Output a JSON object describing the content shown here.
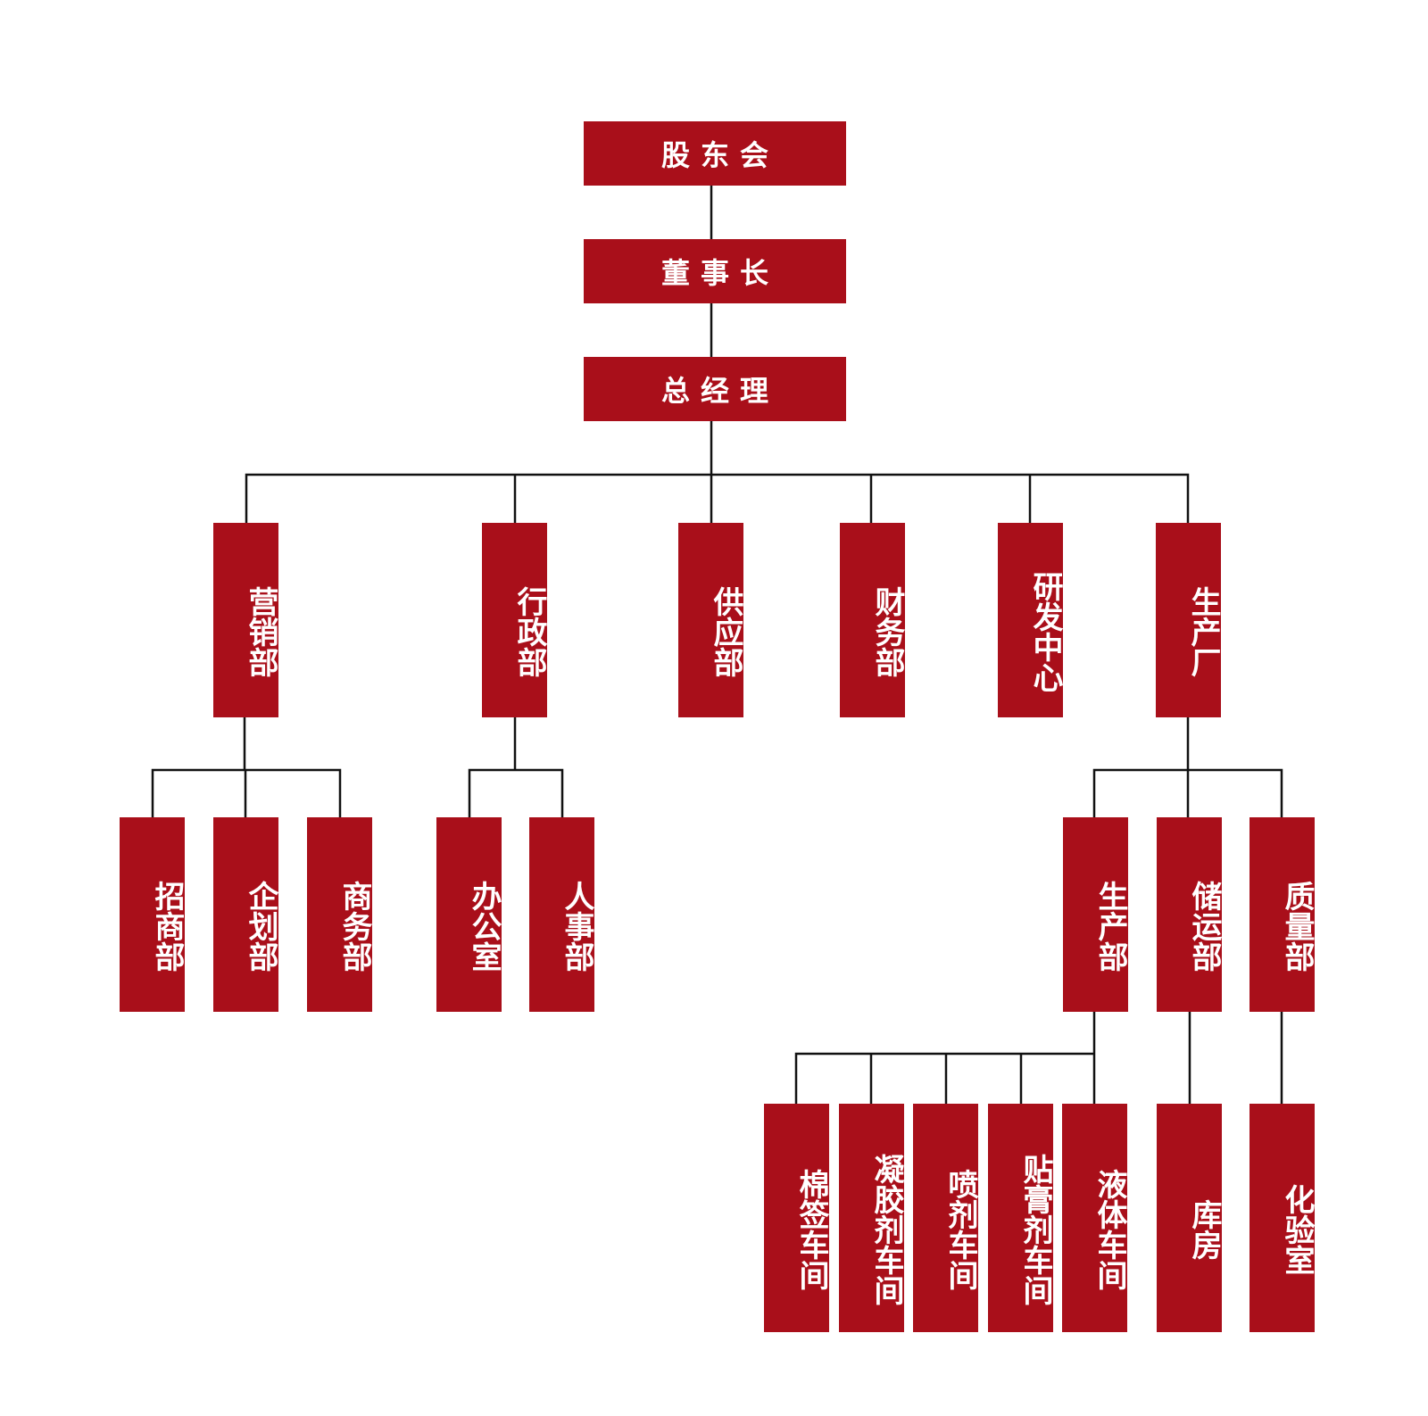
{
  "colors": {
    "box": "#a90f1a",
    "line": "#111111",
    "background": "#ffffff",
    "text": "#ffffff"
  },
  "nodes": {
    "gudonghui": "股东会",
    "dongshizhang": "董事长",
    "zongjingli": "总经理",
    "yingxiao": "营销部",
    "xingzheng": "行政部",
    "gongying": "供应部",
    "caiwu": "财务部",
    "yanfa": "研发中心",
    "shengchanchang": "生产厂",
    "zhaoshang": "招商部",
    "qihua": "企划部",
    "shangwu": "商务部",
    "bangongshi": "办公室",
    "renshi": "人事部",
    "shengchanbu": "生产部",
    "chuyun": "储运部",
    "zhiliang": "质量部",
    "mianqian": "棉签车间",
    "ningjiao": "凝胶剂车间",
    "penji": "喷剂车间",
    "tiegao": "贴膏剂车间",
    "yeti": "液体车间",
    "kufang": "库房",
    "huayanshi": "化验室"
  }
}
